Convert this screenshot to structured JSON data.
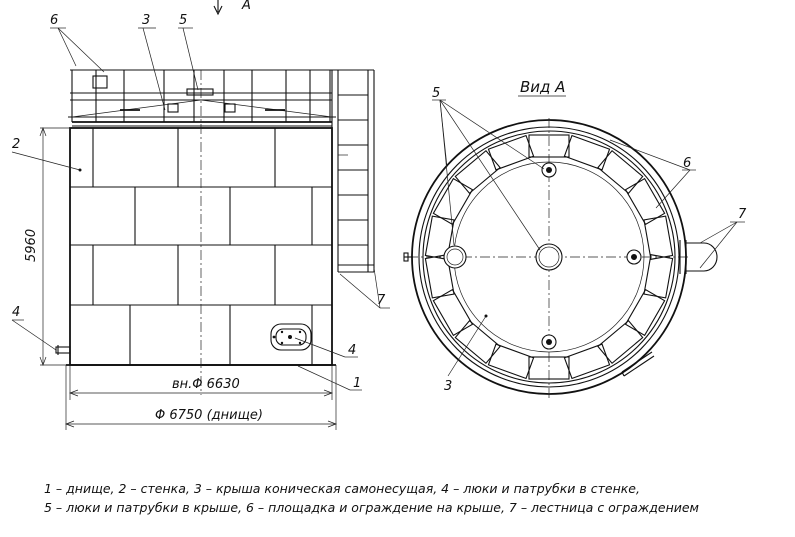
{
  "labels": {
    "view_arrow": "А",
    "view_title": "Вид А",
    "callout_1": "1",
    "callout_2": "2",
    "callout_3_side": "3",
    "callout_3_top": "3",
    "callout_4_left": "4",
    "callout_4_right": "4",
    "callout_5_side": "5",
    "callout_5_top": "5",
    "callout_6_side": "6",
    "callout_6_top": "6",
    "callout_7_side": "7",
    "callout_7_top": "7"
  },
  "dimensions": {
    "height": "5960",
    "inner_diameter": "вн.Φ 6630",
    "bottom_diameter": "Φ 6750 (днище)"
  },
  "legend": {
    "line1": "1 – днище, 2 – стенка, 3 – крыша коническая самонесущая, 4 – люки и патрубки в стенке,",
    "line2": "5 – люки и патрубки в крыше, 6 – площадка и ограждение на крыше, 7 – лестница с ограждением"
  }
}
